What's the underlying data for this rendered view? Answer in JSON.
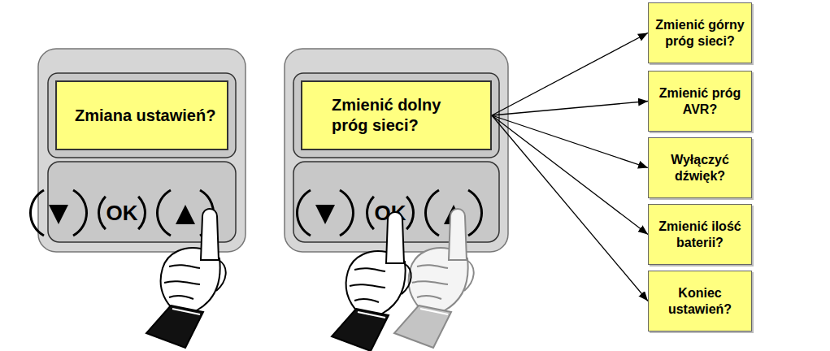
{
  "diagram": {
    "nodes": [
      {
        "text": [
          "Zmiana ustawień?"
        ]
      },
      {
        "text": [
          "OK"
        ]
      },
      {
        "text": [
          "Zmienić dolny próg sieci?"
        ]
      },
      {
        "text": [
          "OK"
        ]
      },
      {
        "text": [
          "Zmienić górny próg sieci?"
        ]
      },
      {
        "text": [
          "Zmienić próg AVR?"
        ]
      },
      {
        "text": [
          "Wyłączyć dźwięk?"
        ]
      },
      {
        "text": [
          "Zmienić ilość baterii?"
        ]
      },
      {
        "text": [
          "Koniec ustawień?"
        ]
      }
    ],
    "edges": [
      {
        "from": 2,
        "to": 4,
        "arrow": "to"
      },
      {
        "from": 2,
        "to": 5,
        "arrow": "to"
      },
      {
        "from": 2,
        "to": 6,
        "arrow": "to"
      },
      {
        "from": 2,
        "to": 7,
        "arrow": "to"
      },
      {
        "from": 2,
        "to": 8,
        "arrow": "to"
      }
    ]
  }
}
